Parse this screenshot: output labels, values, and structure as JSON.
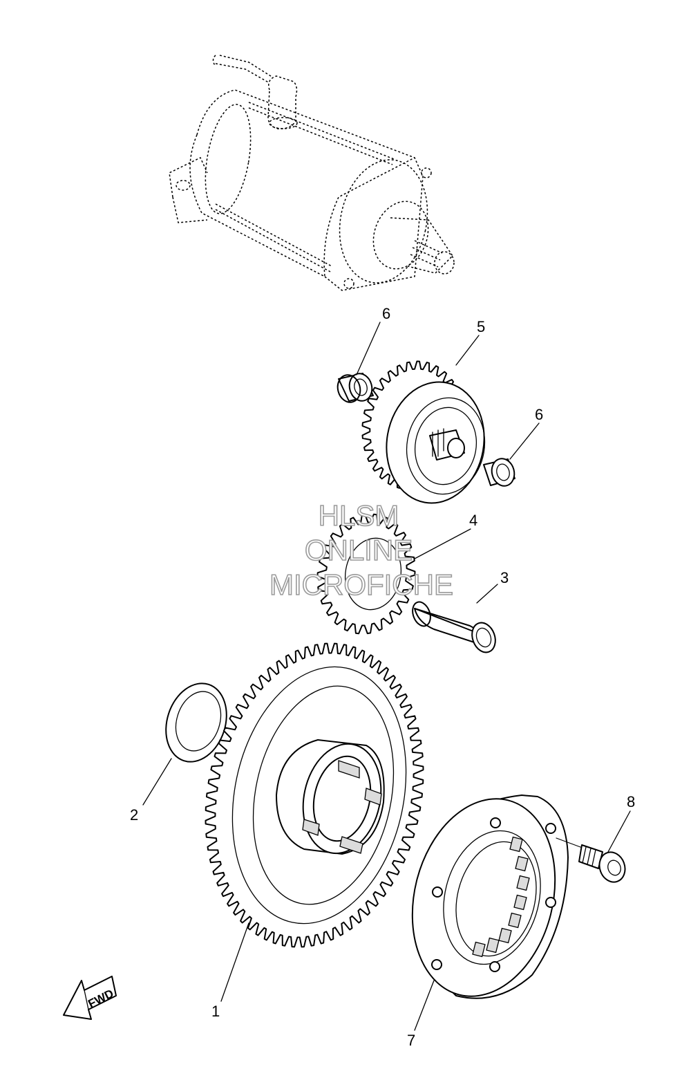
{
  "callouts": {
    "p1": "1",
    "p2": "2",
    "p3": "3",
    "p4": "4",
    "p5": "5",
    "p6a": "6",
    "p6b": "6",
    "p7": "7",
    "p8": "8"
  },
  "watermark": {
    "line1": "HLSM",
    "line2": "ONLINE",
    "line3": "MICROFICHE"
  },
  "fwd_label": "FWD",
  "colors": {
    "line": "#000000",
    "background": "#ffffff",
    "watermark_outline": "#9a9a9a"
  }
}
